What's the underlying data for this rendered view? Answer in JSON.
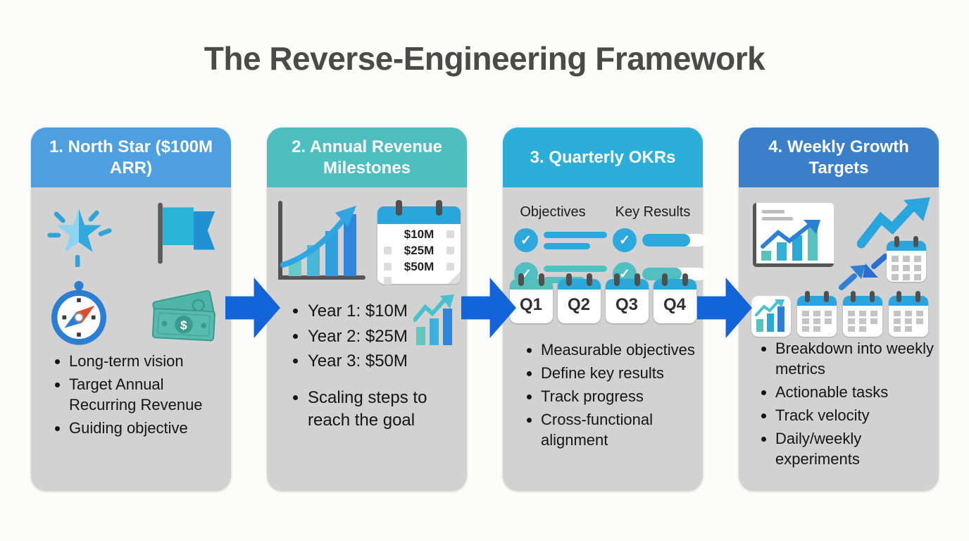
{
  "title": "The Reverse-Engineering Framework",
  "colors": {
    "background": "#fcfcfa",
    "title_text": "#4a4a4a",
    "card_body": "#d2d2d2",
    "header_text": "#ffffff",
    "arrow": "#1464d9",
    "teal_accent": "#52bfc2",
    "cyan_accent": "#2aa9d8",
    "blue_accent": "#2d86dd"
  },
  "columns": [
    {
      "header": "1. North Star ($100M ARR)",
      "header_color": "#4d9fe0",
      "icons": [
        "star-icon",
        "flag-icon",
        "compass-icon",
        "money-icon"
      ],
      "bullets": [
        "Long-term vision",
        "Target Annual Recurring Revenue",
        "Guiding objective"
      ]
    },
    {
      "header": "2. Annual Revenue Milestones",
      "header_color": "#4ebebe",
      "icons": [
        "growth-bar-chart-icon",
        "milestone-calendar-icon",
        "mini-growth-chart-icon"
      ],
      "calendar_values": [
        "$10M",
        "$25M",
        "$50M"
      ],
      "bullets": [
        "Year 1: $10M",
        "Year 2: $25M",
        "Year 3: $50M"
      ],
      "bullets_secondary": [
        "Scaling steps to reach the goal"
      ]
    },
    {
      "header": "3. Quarterly OKRs",
      "header_color": "#2bafd9",
      "labels": {
        "objectives": "Objectives",
        "key_results": "Key Results"
      },
      "icons": [
        "check-circle-icon",
        "check-circle-icon",
        "check-circle-icon",
        "check-circle-icon",
        "quarter-calendar-icon"
      ],
      "quarters": [
        "Q1",
        "Q2",
        "Q3",
        "Q4"
      ],
      "quarter_colors": [
        "#55bfb9",
        "#2aa9d8",
        "#2aa9d8",
        "#2aa9d8"
      ],
      "bullets": [
        "Measurable objectives",
        "Define key results",
        "Track progress",
        "Cross-functional alignment"
      ]
    },
    {
      "header": "4. Weekly Growth Targets",
      "header_color": "#3b7fcb",
      "icons": [
        "growth-board-icon",
        "zigzag-arrow-icon",
        "converging-arrows-icon",
        "weekly-calendar-icon",
        "mini-growth-chart-icon",
        "weekly-calendar-icon",
        "weekly-calendar-icon",
        "weekly-calendar-icon"
      ],
      "bullets": [
        "Breakdown into weekly metrics",
        "Actionable tasks",
        "Track velocity",
        "Daily/weekly experiments"
      ]
    }
  ]
}
